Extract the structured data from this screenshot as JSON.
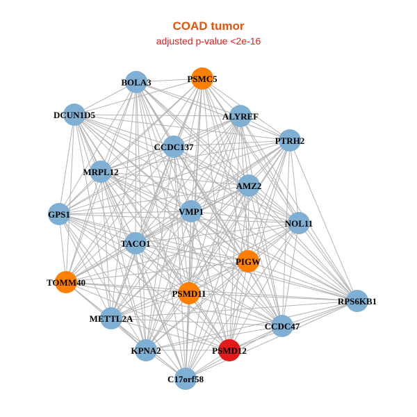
{
  "title": "COAD tumor",
  "subtitle": "adjusted p-value <2e-16",
  "colors": {
    "default": "#7fb0d3",
    "highlight": "#ff7f00",
    "query": "#e31a1c",
    "edge": "#b3b3b3"
  },
  "nodes": [
    {
      "id": "BOLA3",
      "group": "default"
    },
    {
      "id": "PSMC5",
      "group": "highlight"
    },
    {
      "id": "DCUN1D5",
      "group": "default"
    },
    {
      "id": "ALYREF",
      "group": "default"
    },
    {
      "id": "PTRH2",
      "group": "default"
    },
    {
      "id": "CCDC137",
      "group": "default"
    },
    {
      "id": "MRPL12",
      "group": "default"
    },
    {
      "id": "AMZ2",
      "group": "default"
    },
    {
      "id": "GPS1",
      "group": "default"
    },
    {
      "id": "VMP1",
      "group": "default"
    },
    {
      "id": "NOL11",
      "group": "default"
    },
    {
      "id": "TACO1",
      "group": "default"
    },
    {
      "id": "PIGW",
      "group": "highlight"
    },
    {
      "id": "TOMM40",
      "group": "highlight"
    },
    {
      "id": "PSMD11",
      "group": "highlight"
    },
    {
      "id": "RPS6KB1",
      "group": "default"
    },
    {
      "id": "METTL2A",
      "group": "default"
    },
    {
      "id": "CCDC47",
      "group": "default"
    },
    {
      "id": "KPNA2",
      "group": "default"
    },
    {
      "id": "PSMD12",
      "group": "query"
    },
    {
      "id": "C17orf58",
      "group": "default"
    }
  ]
}
